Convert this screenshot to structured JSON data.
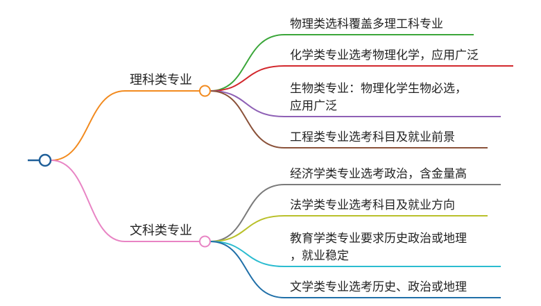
{
  "colors": {
    "root": "#1f5f99",
    "science": "#f28a1e",
    "arts": "#e884c4",
    "physics": "#3aa639",
    "chemistry": "#d2272c",
    "biology": "#8e60b5",
    "engineering": "#8a5139",
    "economics": "#7a7a7a",
    "law": "#b9c02a",
    "education": "#2bbcd0",
    "literature": "#1f6fa8"
  },
  "branches": {
    "science": {
      "label": "理科类专业",
      "children": [
        {
          "lines": [
            "物理类选科覆盖多理工科专业"
          ]
        },
        {
          "lines": [
            "化学类专业选考物理化学，应用广泛"
          ]
        },
        {
          "lines": [
            "生物类专业：物理化学生物必选，",
            "应用广泛"
          ]
        },
        {
          "lines": [
            "工程类专业选考科目及就业前景"
          ]
        }
      ]
    },
    "arts": {
      "label": "文科类专业",
      "children": [
        {
          "lines": [
            "经济学类专业选考政治，含金量高"
          ]
        },
        {
          "lines": [
            "法学类专业选考科目及就业方向"
          ]
        },
        {
          "lines": [
            "教育学类专业要求历史政治或地理",
            "，就业稳定"
          ]
        },
        {
          "lines": [
            "文学类专业选考历史、政治或地理"
          ]
        }
      ]
    }
  }
}
